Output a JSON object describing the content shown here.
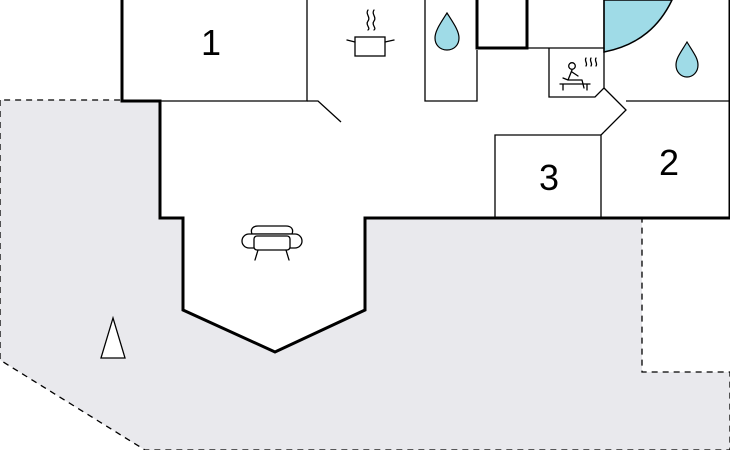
{
  "floorplan": {
    "rooms": [
      {
        "label": "1"
      },
      {
        "label": "2"
      },
      {
        "label": "3"
      }
    ],
    "icons": {
      "kitchen": "cooking-pot-icon",
      "shower": "water-drop-icon",
      "pool": "pool-water-drop-icon",
      "sauna": "sauna-icon",
      "living": "sofa-icon",
      "north": "north-arrow-icon"
    },
    "colors": {
      "water": "#9fdbe7",
      "terrace": "#e9e9ed",
      "walls": "#000000",
      "background": "#ffffff"
    }
  }
}
